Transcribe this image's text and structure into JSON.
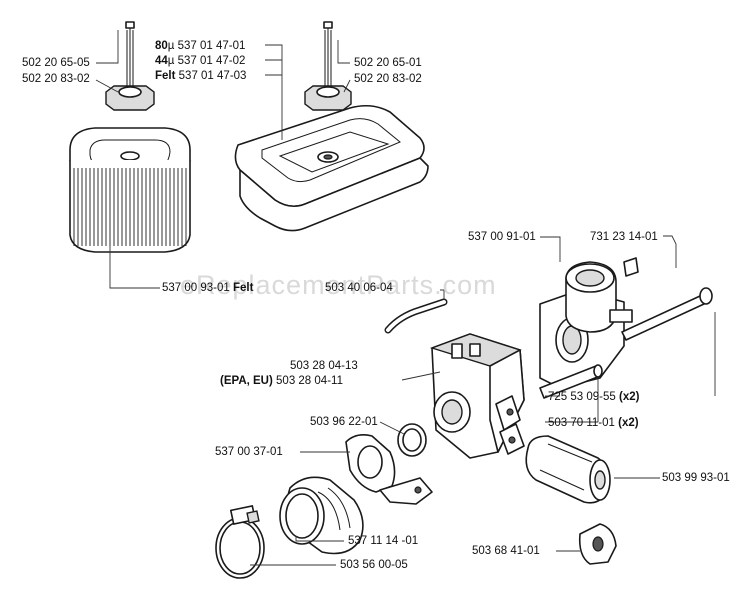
{
  "watermark": "eReplacementParts.com",
  "labels": [
    {
      "id": "l1",
      "text": "502 20 65-05"
    },
    {
      "id": "l2",
      "text": "502 20 83-02"
    },
    {
      "id": "l3a_prefix",
      "text": "80"
    },
    {
      "id": "l3a_unit",
      "text": "µ"
    },
    {
      "id": "l3a",
      "text": "537 01 47-01"
    },
    {
      "id": "l3b_prefix",
      "text": "44"
    },
    {
      "id": "l3b_unit",
      "text": "µ"
    },
    {
      "id": "l3b",
      "text": "537 01 47-02"
    },
    {
      "id": "l3c_prefix",
      "text": "Felt"
    },
    {
      "id": "l3c",
      "text": "537 01 47-03"
    },
    {
      "id": "l4",
      "text": "502 20 65-01"
    },
    {
      "id": "l5",
      "text": "502 20 83-02"
    },
    {
      "id": "l6",
      "text": "537 00 93-01"
    },
    {
      "id": "l6_suffix",
      "text": "Felt"
    },
    {
      "id": "l7",
      "text": "537 00 91-01"
    },
    {
      "id": "l8",
      "text": "731 23 14-01"
    },
    {
      "id": "l9",
      "text": "503 40 06-04"
    },
    {
      "id": "l10",
      "text": "503 28 04-13"
    },
    {
      "id": "l11_prefix",
      "text": "(EPA, EU)"
    },
    {
      "id": "l11",
      "text": "503 28 04-11"
    },
    {
      "id": "l12",
      "text": "725 53 09-55"
    },
    {
      "id": "l12_suffix",
      "text": "(x2)"
    },
    {
      "id": "l13",
      "text": "503 96 22-01"
    },
    {
      "id": "l14",
      "text": "503 70 11-01"
    },
    {
      "id": "l14_suffix",
      "text": "(x2)"
    },
    {
      "id": "l15",
      "text": "537 00 37-01"
    },
    {
      "id": "l16",
      "text": "503 99 93-01"
    },
    {
      "id": "l17",
      "text": "537 11 14 -01"
    },
    {
      "id": "l18",
      "text": "503 68 41-01"
    },
    {
      "id": "l19",
      "text": "503 56 00-05"
    }
  ]
}
